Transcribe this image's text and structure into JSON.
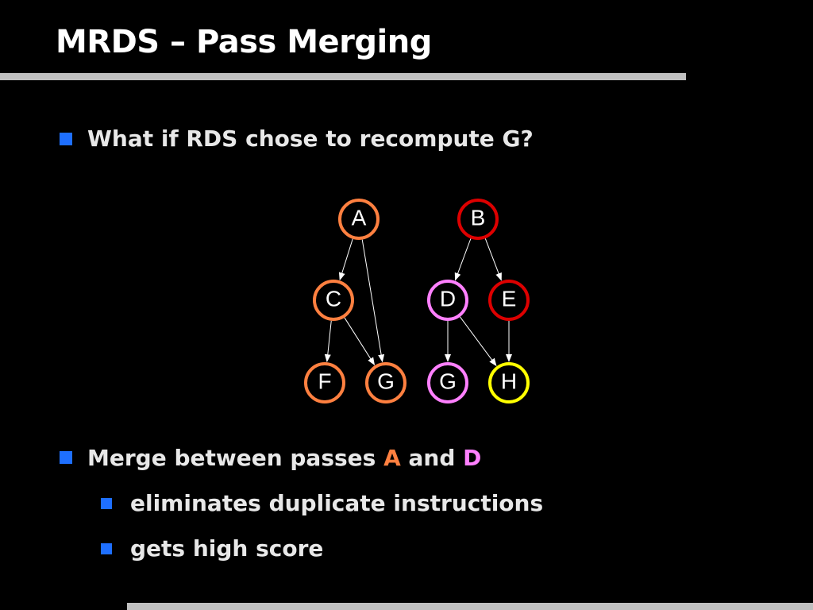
{
  "slide": {
    "title": "MRDS – Pass Merging",
    "bullet1": "What if RDS chose to recompute G?",
    "bullet2_pre": "Merge between passes ",
    "bullet2_a": "A",
    "bullet2_mid": " and ",
    "bullet2_d": "D",
    "sub1": "eliminates duplicate instructions",
    "sub2": "gets high score"
  },
  "colors": {
    "background": "#000000",
    "bullet": "#1e6fff",
    "orange": "#ff8040",
    "red": "#dd0000",
    "pink": "#ff80ff",
    "yellow": "#ffff00"
  },
  "graph": {
    "nodes": [
      {
        "id": "A1",
        "label": "A",
        "color": "#ff8040"
      },
      {
        "id": "C1",
        "label": "C",
        "color": "#ff8040"
      },
      {
        "id": "F1",
        "label": "F",
        "color": "#ff8040"
      },
      {
        "id": "G1",
        "label": "G",
        "color": "#ff8040"
      },
      {
        "id": "B2",
        "label": "B",
        "color": "#dd0000"
      },
      {
        "id": "D2",
        "label": "D",
        "color": "#ff80ff"
      },
      {
        "id": "E2",
        "label": "E",
        "color": "#dd0000"
      },
      {
        "id": "G2",
        "label": "G",
        "color": "#ff80ff"
      },
      {
        "id": "H2",
        "label": "H",
        "color": "#ffff00"
      }
    ],
    "edges": [
      {
        "from": "A1",
        "to": "C1"
      },
      {
        "from": "A1",
        "to": "G1"
      },
      {
        "from": "C1",
        "to": "F1"
      },
      {
        "from": "C1",
        "to": "G1"
      },
      {
        "from": "B2",
        "to": "D2"
      },
      {
        "from": "B2",
        "to": "E2"
      },
      {
        "from": "D2",
        "to": "G2"
      },
      {
        "from": "D2",
        "to": "H2"
      },
      {
        "from": "E2",
        "to": "H2"
      }
    ]
  }
}
